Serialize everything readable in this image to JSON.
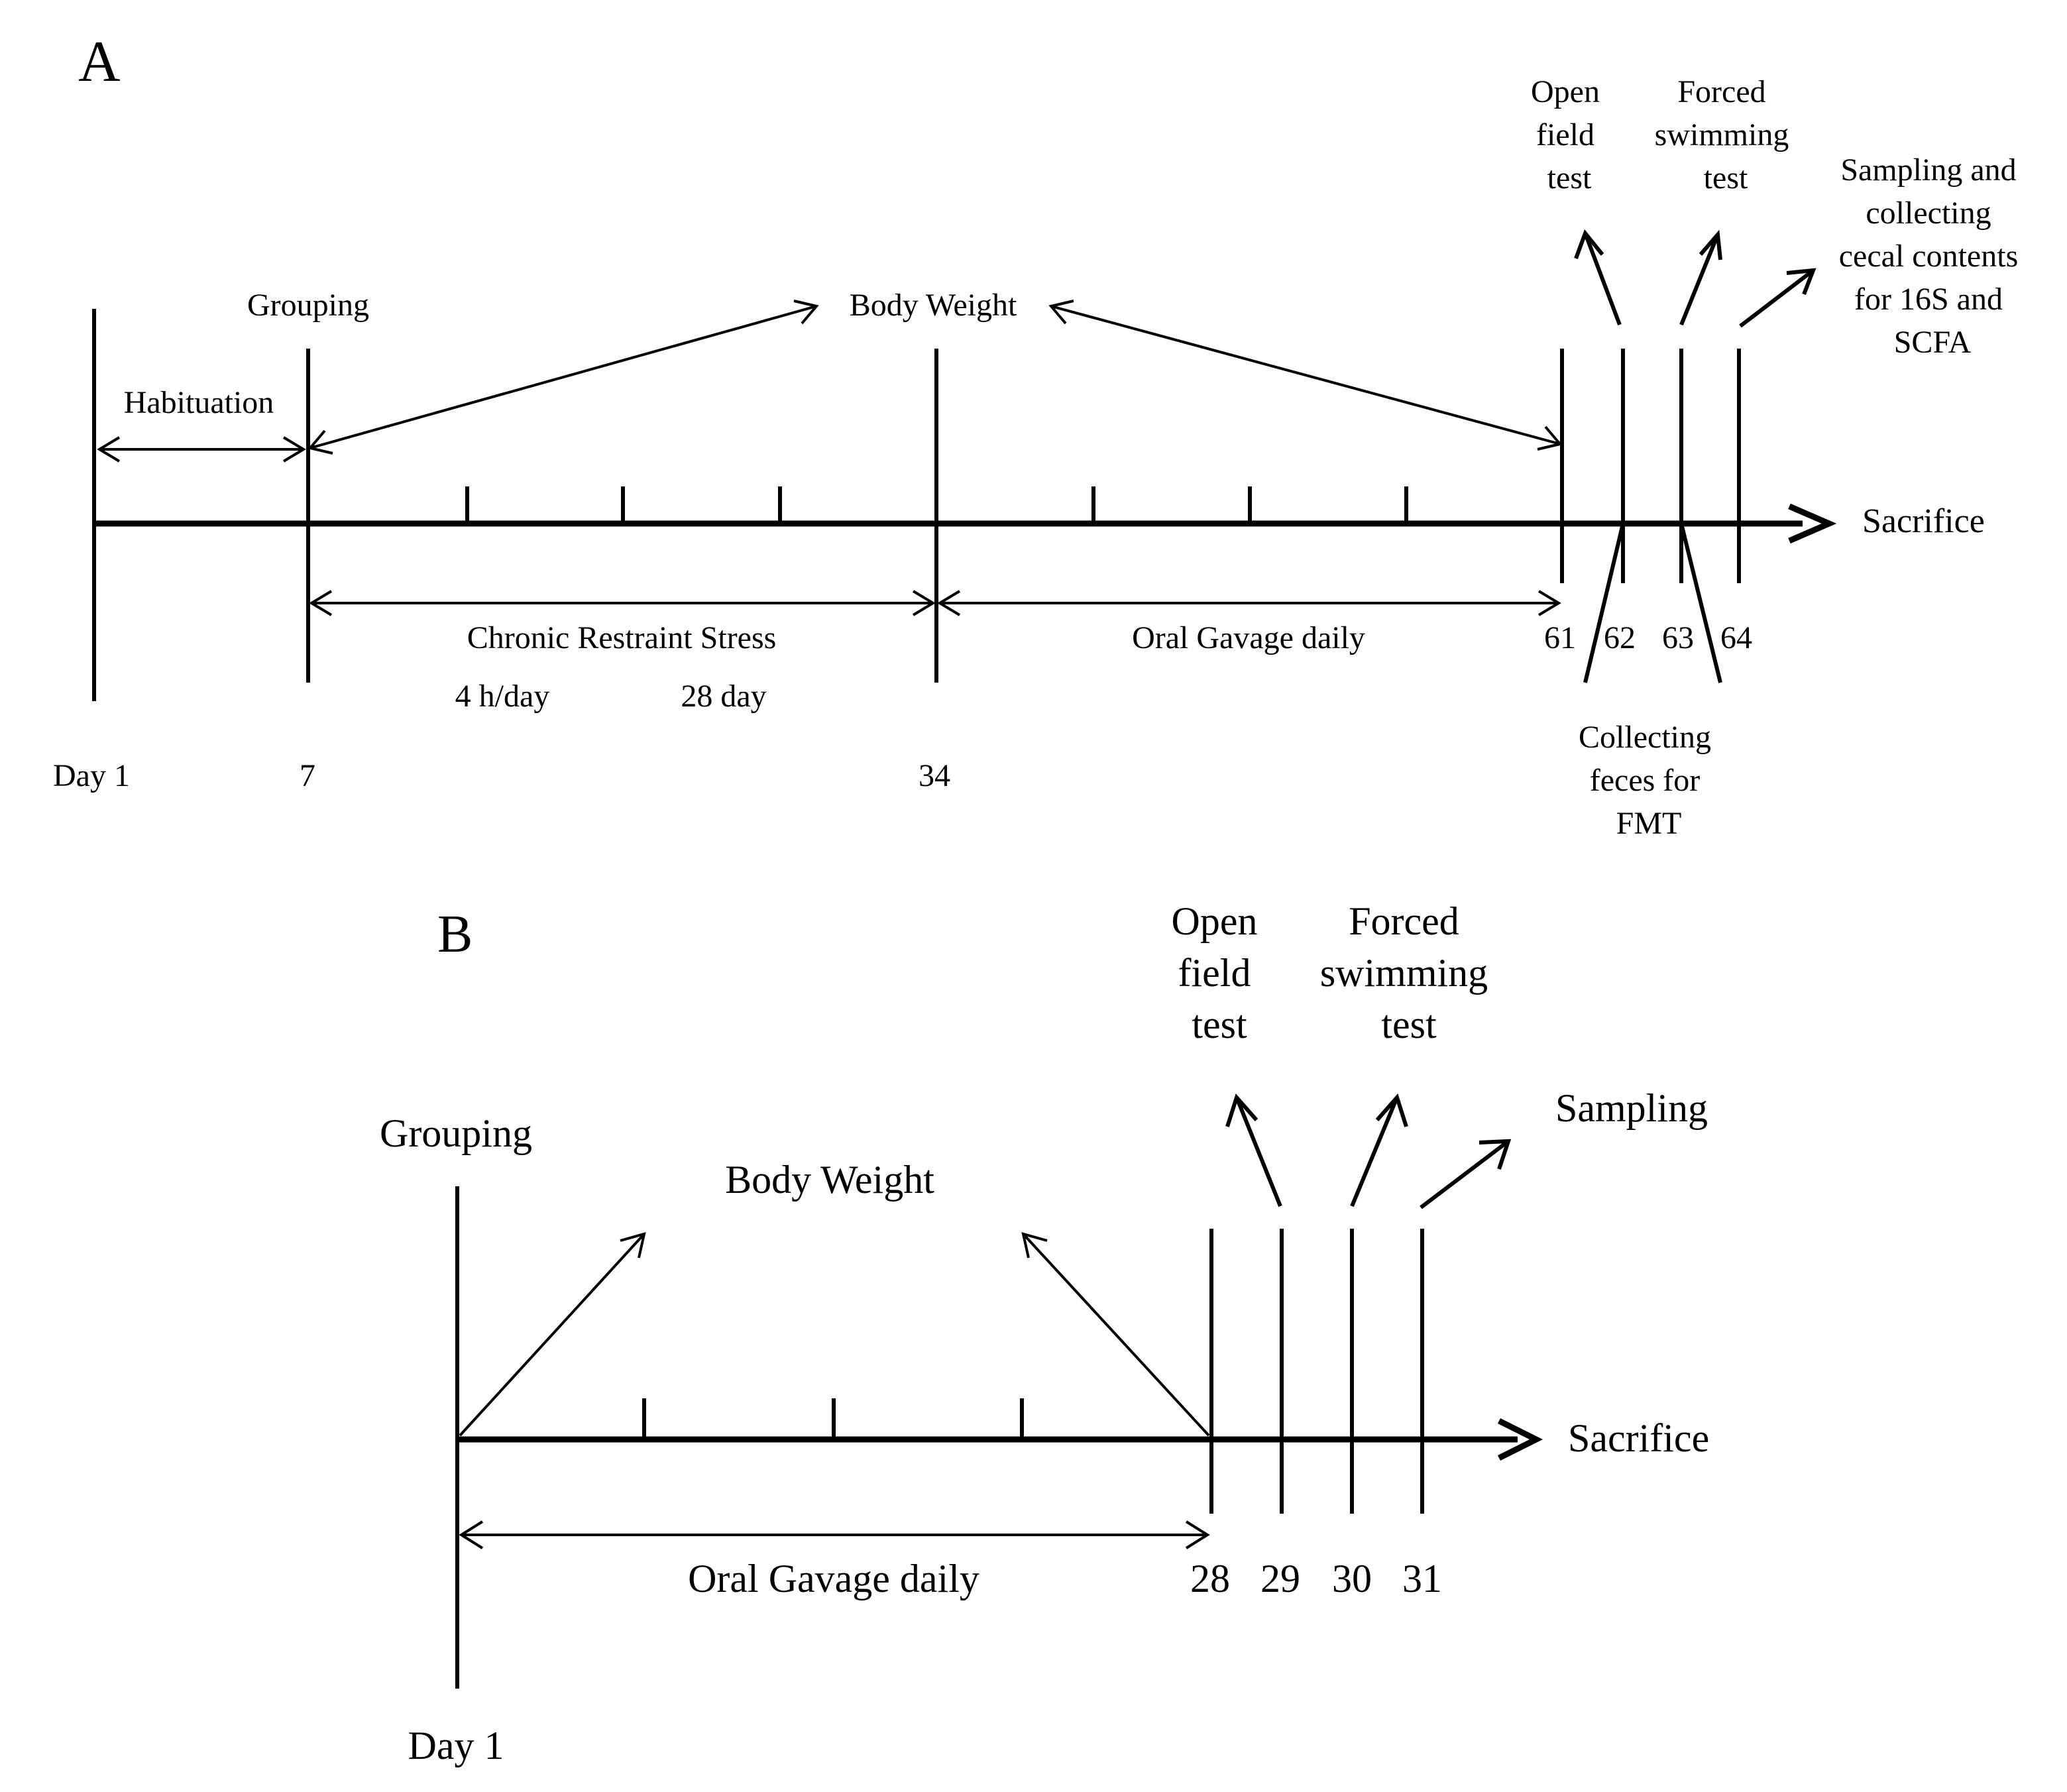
{
  "panel_a": {
    "letter": "A",
    "habituation": "Habituation",
    "grouping": "Grouping",
    "body_weight": "Body Weight",
    "open_field": [
      "Open",
      "field",
      "test"
    ],
    "forced_swimming": [
      "Forced",
      "swimming",
      "test"
    ],
    "sampling": [
      "Sampling and",
      "collecting",
      "cecal contents",
      "for 16S and",
      "SCFA"
    ],
    "sacrifice": "Sacrifice",
    "chronic_restraint": "Chronic Restraint Stress",
    "hours_per_day": "4 h/day",
    "duration": "28 day",
    "oral_gavage": "Oral Gavage daily",
    "day_labels": [
      "61",
      "62",
      "63",
      "64"
    ],
    "collecting_feces": [
      "Collecting",
      "feces for",
      "FMT"
    ],
    "day1": "Day 1",
    "day7": "7",
    "day34": "34"
  },
  "panel_b": {
    "letter": "B",
    "open_field": [
      "Open",
      "field",
      "test"
    ],
    "forced_swimming": [
      "Forced",
      "swimming",
      "test"
    ],
    "grouping": "Grouping",
    "sampling": "Sampling",
    "body_weight": "Body Weight",
    "sacrifice": "Sacrifice",
    "oral_gavage": "Oral Gavage daily",
    "day_labels": [
      "28",
      "29",
      "30",
      "31"
    ],
    "day1": "Day 1"
  }
}
